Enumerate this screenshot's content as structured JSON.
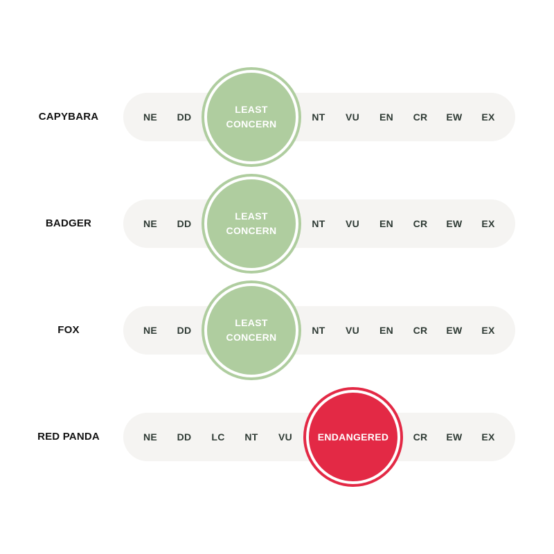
{
  "colors": {
    "least_concern": "#afcd9f",
    "endangered": "#e32945",
    "track": "#f5f4f2",
    "code_text": "#2e3a34"
  },
  "rows": [
    {
      "animal": "CAPYBARA",
      "codes": [
        "NE",
        "DD",
        "NT",
        "VU",
        "EN",
        "CR",
        "EW",
        "EX"
      ],
      "status": {
        "code": "LC",
        "label": "LEAST CONCERN",
        "color": "#afcd9f"
      }
    },
    {
      "animal": "BADGER",
      "codes": [
        "NE",
        "DD",
        "NT",
        "VU",
        "EN",
        "CR",
        "EW",
        "EX"
      ],
      "status": {
        "code": "LC",
        "label": "LEAST CONCERN",
        "color": "#afcd9f"
      }
    },
    {
      "animal": "FOX",
      "codes": [
        "NE",
        "DD",
        "NT",
        "VU",
        "EN",
        "CR",
        "EW",
        "EX"
      ],
      "status": {
        "code": "LC",
        "label": "LEAST CONCERN",
        "color": "#afcd9f"
      }
    },
    {
      "animal": "RED PANDA",
      "codes": [
        "NE",
        "DD",
        "LC",
        "NT",
        "VU",
        "CR",
        "EW",
        "EX"
      ],
      "status": {
        "code": "EN",
        "label": "ENDANGERED",
        "color": "#e32945"
      }
    }
  ]
}
